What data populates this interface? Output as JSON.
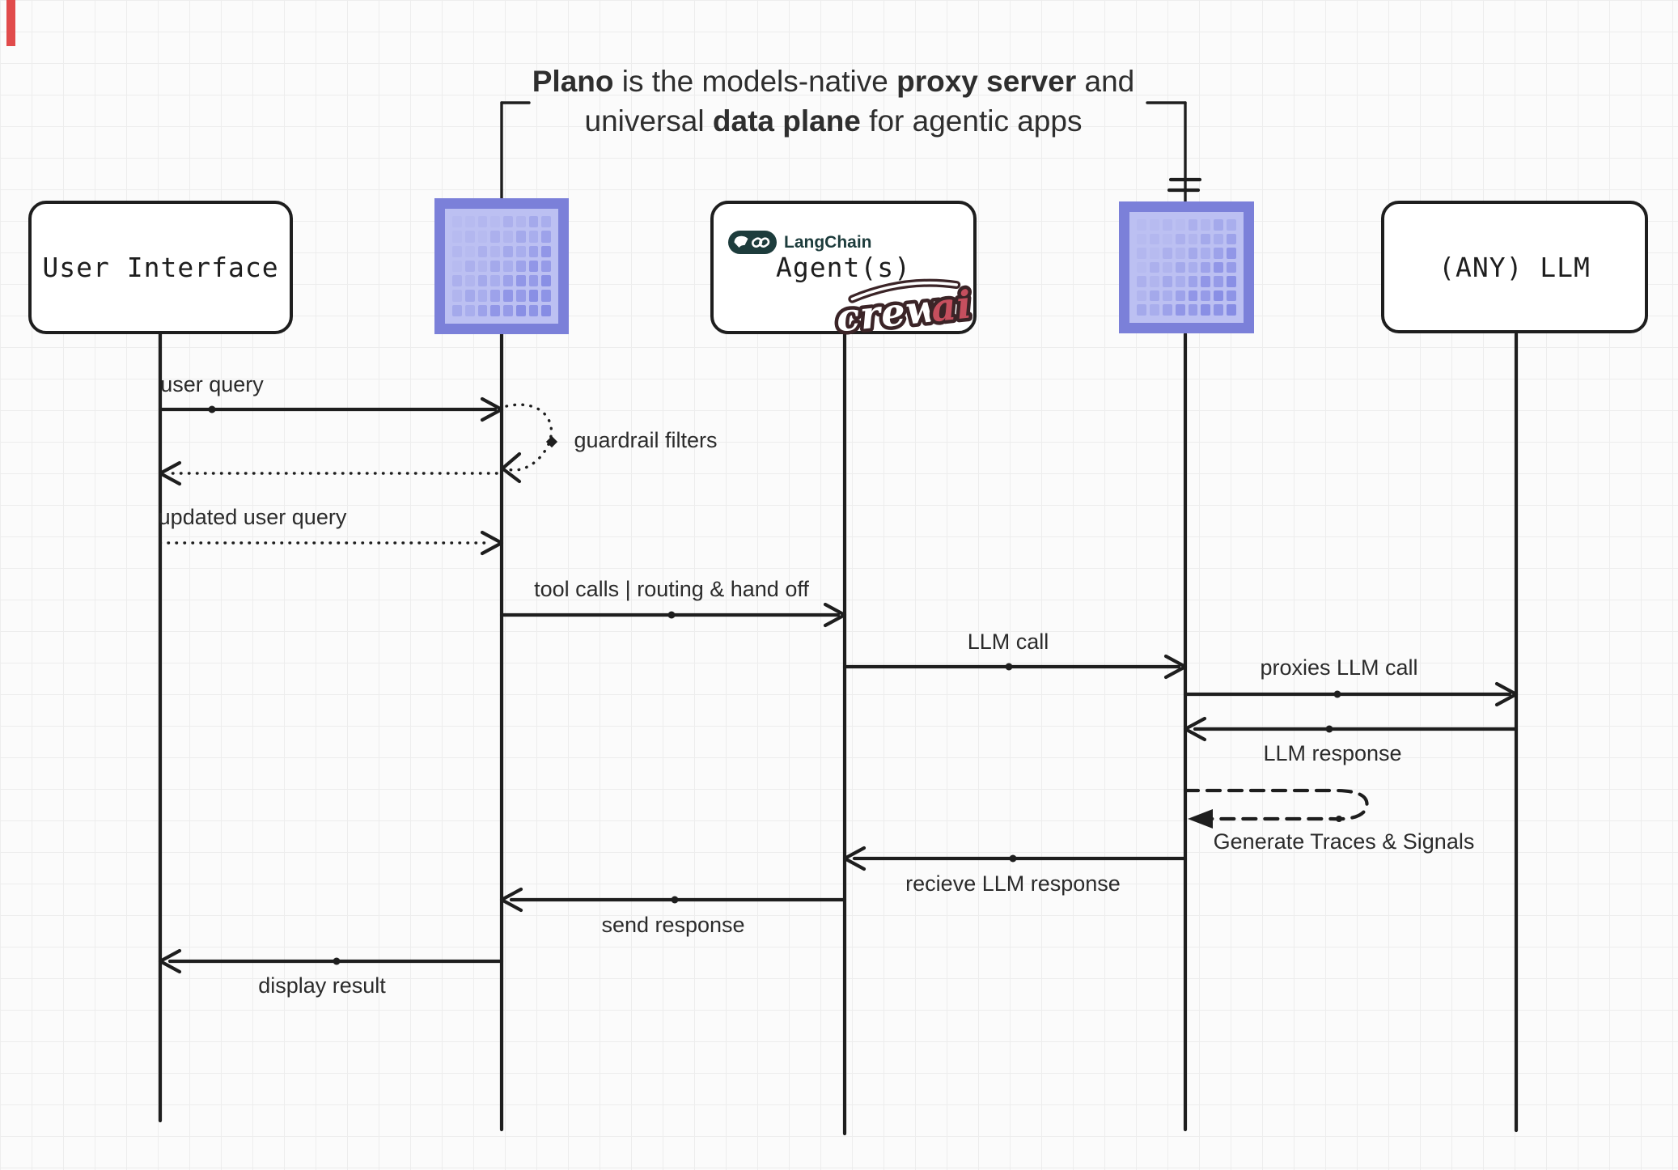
{
  "title": {
    "seg1": "Plano",
    "seg2": " is the models-native ",
    "seg3": "proxy server",
    "seg4": " and",
    "seg5": "universal ",
    "seg6": "data plane",
    "seg7": " for agentic apps"
  },
  "actors": {
    "user_interface": {
      "label": "User Interface"
    },
    "plano_proxy": {
      "description": "pixelated purple square logo"
    },
    "agents": {
      "label": "Agent(s)",
      "langchain_label": "LangChain",
      "crewai_part1": "crew",
      "crewai_part2": "ai"
    },
    "plano_data_plane": {
      "description": "pixelated purple square logo"
    },
    "any_llm": {
      "label": "(ANY) LLM"
    }
  },
  "messages": [
    {
      "label": "user query",
      "from": "user_interface",
      "to": "plano_proxy",
      "style": "solid"
    },
    {
      "label": "guardrail filters",
      "from": "plano_proxy",
      "to": "plano_proxy",
      "style": "dotted-self-loop"
    },
    {
      "label": "",
      "from": "plano_proxy",
      "to": "user_interface",
      "style": "dotted"
    },
    {
      "label": "updated user query",
      "from": "user_interface",
      "to": "plano_proxy",
      "style": "dotted"
    },
    {
      "label": "tool calls | routing & hand off",
      "from": "plano_proxy",
      "to": "agents",
      "style": "solid"
    },
    {
      "label": "LLM call",
      "from": "agents",
      "to": "plano_data_plane",
      "style": "solid"
    },
    {
      "label": "proxies LLM call",
      "from": "plano_data_plane",
      "to": "any_llm",
      "style": "solid"
    },
    {
      "label": "LLM response",
      "from": "any_llm",
      "to": "plano_data_plane",
      "style": "solid"
    },
    {
      "label": "Generate Traces & Signals",
      "from": "plano_data_plane",
      "to": "plano_data_plane",
      "style": "dashed-self-loop"
    },
    {
      "label": "recieve LLM response",
      "from": "plano_data_plane",
      "to": "agents",
      "style": "solid"
    },
    {
      "label": "send response",
      "from": "agents",
      "to": "plano_proxy",
      "style": "solid"
    },
    {
      "label": "display result",
      "from": "plano_proxy",
      "to": "user_interface",
      "style": "solid"
    }
  ],
  "colors": {
    "ink": "#1e1e1e",
    "title_color": "#2e2e2e",
    "label_color": "#2b2b2b",
    "logo_border": "#7b80d9",
    "logo_bg": "#bcc0f2",
    "logo_pixel_light": "#b7bbf0",
    "logo_pixel_dark": "#868ce4",
    "langchain_teal": "#1d3c3c",
    "crewai_red": "#c64f5e",
    "crewai_outline": "#3b2427",
    "red_marker": "#e14b4b"
  }
}
